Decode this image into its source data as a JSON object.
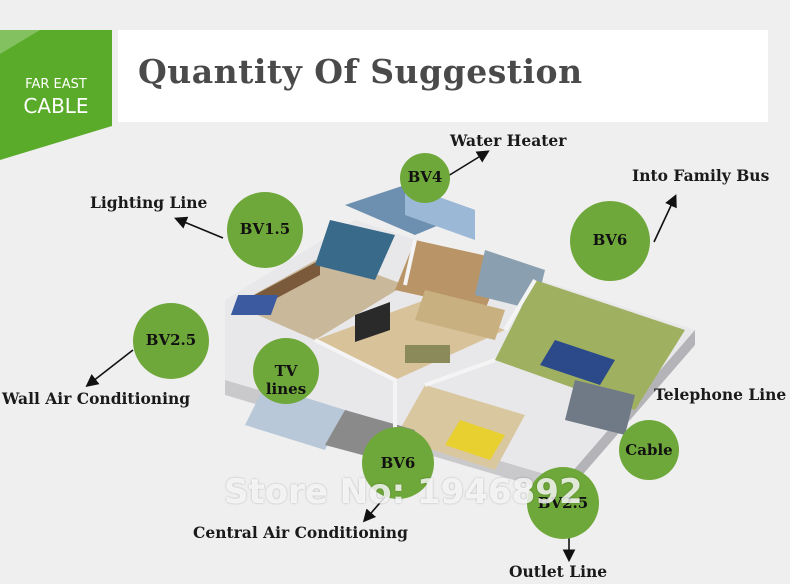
{
  "header": {
    "title": "Quantity Of Suggestion",
    "logo_line1": "FAR EAST",
    "logo_line2": "CABLE",
    "accent_color": "#5aab2a"
  },
  "circles": {
    "bv4": "BV4",
    "bv15": "BV1.5",
    "bv6_top": "BV6",
    "bv25_left": "BV2.5",
    "tv": "TV lines",
    "bv6_bottom": "BV6",
    "bv25_bottom": "BV2.5",
    "cable": "Cable"
  },
  "labels": {
    "water_heater": "Water Heater",
    "into_family_bus": "Into Family Bus",
    "lighting_line": "Lighting Line",
    "wall_air_conditioning": "Wall Air Conditioning",
    "telephone_line": "Telephone Line",
    "central_air_conditioning": "Central Air Conditioning",
    "outlet_line": "Outlet Line"
  },
  "watermark": "Store No: 1946892",
  "colors": {
    "circle_green": "#6fa83a",
    "background": "#efefef"
  }
}
